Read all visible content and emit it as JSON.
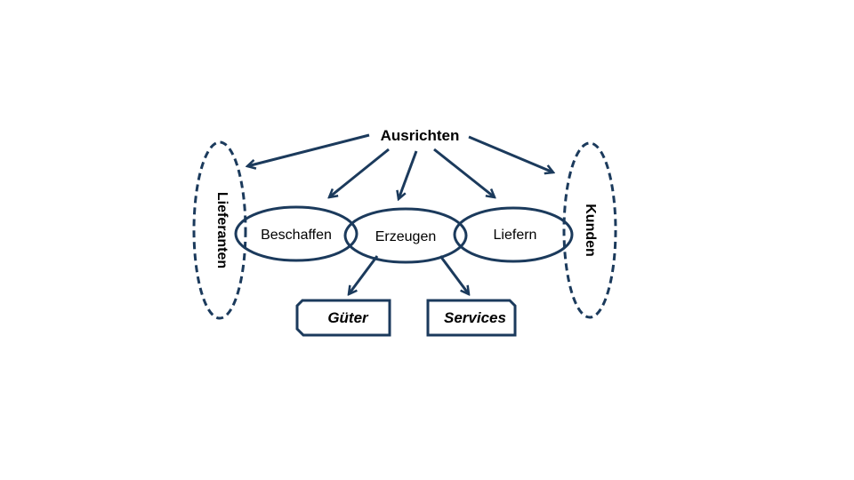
{
  "diagram": {
    "top_label": "Ausrichten",
    "suppliers_label": "Lieferanten",
    "customers_label": "Kunden",
    "processes": {
      "procure": "Beschaffen",
      "produce": "Erzeugen",
      "deliver": "Liefern"
    },
    "outputs": {
      "goods": "Güter",
      "services": "Services"
    },
    "colors": {
      "stroke": "#1b3a5c",
      "text": "#000000",
      "background": "#ffffff"
    }
  }
}
